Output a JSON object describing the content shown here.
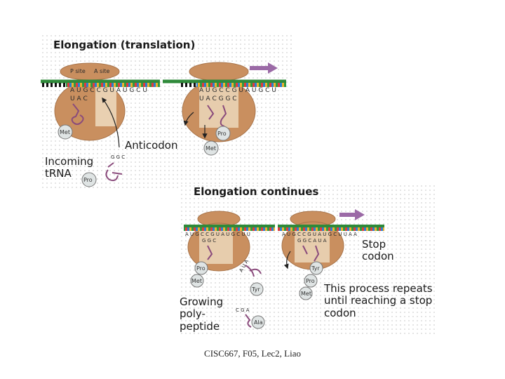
{
  "diagram": {
    "title_top": "Elongation (translation)",
    "title_bottom": "Elongation continues",
    "label_anticodon": "Anticodon",
    "label_incoming_trna": "Incoming\ntRNA",
    "label_stop_codon": "Stop\ncodon",
    "label_repeat": "This process repeats\nuntil reaching a stop\ncodon",
    "label_growing": "Growing\npoly-\npeptide",
    "p_site": "P site",
    "a_site": "A site",
    "mrna_1": "A U G C C G U A U G C U",
    "anticodon_1": "U A C",
    "mrna_2": "A U G C C G U A U G C U",
    "anticodons_2": "U A C G G C",
    "mrna_3": "A U G C C G U A U G C U U",
    "anticodon_3": "G G C",
    "mrna_4": "A U G C C G U A U G C U U A A",
    "anticodons_4": "G G C A U A",
    "incoming_anticodon": "G G C",
    "trna_anticodon_aua": "A U A",
    "trna_anticodon_cga": "C G A",
    "aa_met": "Met",
    "aa_pro": "Pro",
    "aa_tyr": "Tyr",
    "aa_ala": "Ala"
  },
  "footer": {
    "text": "CISC667, F05, Lec2, Liao"
  },
  "colors": {
    "ribosome": "#c98f5f",
    "ribosome_dark": "#a8744a",
    "ribosome_site": "#efdcc0",
    "mrna": "#2f8a3a",
    "arrow": "#9b6aa6",
    "trna": "#8a4b7c"
  }
}
